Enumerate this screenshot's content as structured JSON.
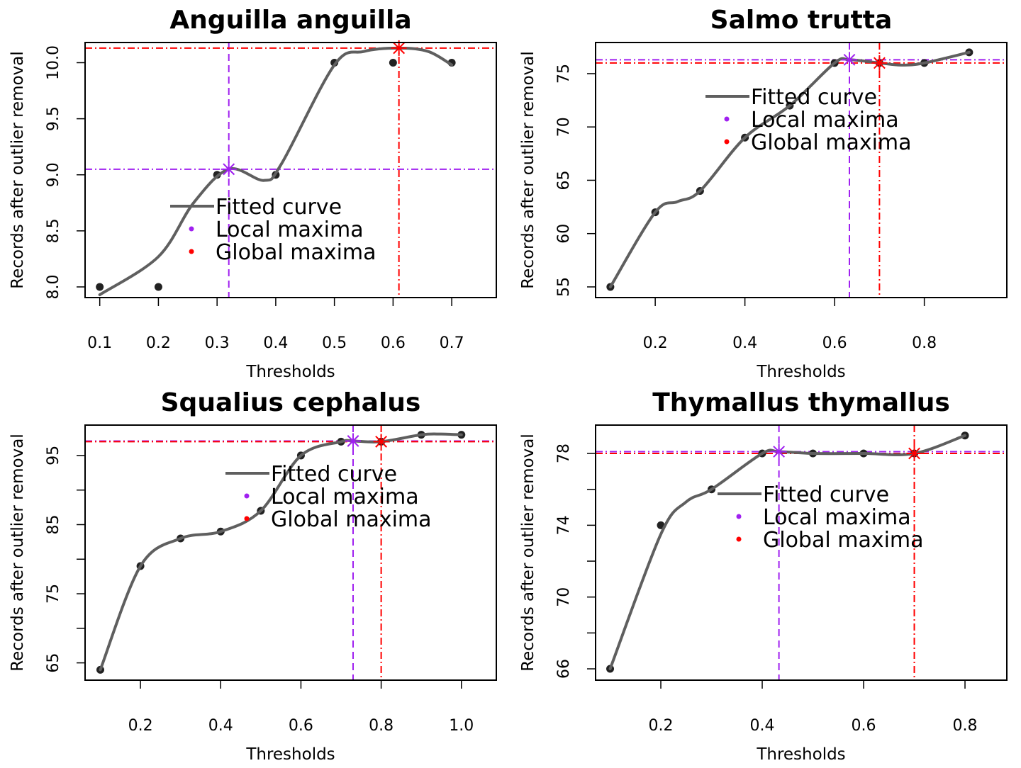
{
  "chart_data": [
    {
      "type": "line",
      "title": "Anguilla anguilla",
      "xlabel": "Thresholds",
      "ylabel": "Records after outlier removal",
      "xlim": [
        0.075,
        0.776
      ],
      "ylim": [
        7.905,
        10.18
      ],
      "xticks": [
        0.1,
        0.2,
        0.3,
        0.4,
        0.5,
        0.6,
        0.7
      ],
      "xtick_labels": [
        "0.1",
        "0.2",
        "0.3",
        "0.4",
        "0.5",
        "0.6",
        "0.7"
      ],
      "yticks": [
        8.0,
        8.5,
        9.0,
        9.5,
        10.0
      ],
      "ytick_labels": [
        "8.0",
        "8.5",
        "9.0",
        "9.5",
        "10.0"
      ],
      "points": {
        "x": [
          0.1,
          0.2,
          0.3,
          0.4,
          0.5,
          0.6,
          0.7
        ],
        "y": [
          8,
          8,
          9,
          9,
          10,
          10,
          10
        ]
      },
      "fitted_curve": {
        "x": [
          0.1,
          0.2,
          0.26,
          0.32,
          0.38,
          0.41,
          0.5,
          0.55,
          0.61,
          0.66,
          0.7
        ],
        "y": [
          7.93,
          8.27,
          8.75,
          9.05,
          8.95,
          9.1,
          9.98,
          10.1,
          10.13,
          10.1,
          9.98
        ]
      },
      "local_maximum": {
        "x": 0.32,
        "y": 9.05
      },
      "global_maximum": {
        "x": 0.61,
        "y": 10.13
      },
      "legend": [
        "Fitted curve",
        "Local maxima",
        "Global maxima"
      ]
    },
    {
      "type": "line",
      "title": "Salmo trutta",
      "xlabel": "Thresholds",
      "ylabel": "Records after outlier removal",
      "xlim": [
        0.067,
        0.984
      ],
      "ylim": [
        54.0,
        77.92
      ],
      "xticks": [
        0.2,
        0.4,
        0.6,
        0.8
      ],
      "xtick_labels": [
        "0.2",
        "0.4",
        "0.6",
        "0.8"
      ],
      "yticks": [
        55,
        60,
        65,
        70,
        75
      ],
      "ytick_labels": [
        "55",
        "60",
        "65",
        "70",
        "75"
      ],
      "points": {
        "x": [
          0.1,
          0.2,
          0.3,
          0.4,
          0.5,
          0.6,
          0.7,
          0.8,
          0.9
        ],
        "y": [
          55,
          62,
          64,
          69,
          72,
          76,
          76,
          76,
          77
        ]
      },
      "fitted_curve": {
        "x": [
          0.1,
          0.2,
          0.25,
          0.3,
          0.4,
          0.5,
          0.6,
          0.633,
          0.7,
          0.75,
          0.8,
          0.9
        ],
        "y": [
          55,
          62,
          63,
          64,
          69,
          72,
          76,
          76.3,
          76,
          75.8,
          76,
          77
        ]
      },
      "local_maximum": {
        "x": 0.633,
        "y": 76.3
      },
      "global_maximum": {
        "x": 0.7,
        "y": 76
      },
      "legend": [
        "Fitted curve",
        "Local maxima",
        "Global maxima"
      ]
    },
    {
      "type": "line",
      "title": "Squalius cephalus",
      "xlabel": "Thresholds",
      "ylabel": "Records after outlier removal",
      "xlim": [
        0.062,
        1.087
      ],
      "ylim": [
        62.5,
        99.4
      ],
      "xticks": [
        0.2,
        0.4,
        0.6,
        0.8,
        1.0
      ],
      "xtick_labels": [
        "0.2",
        "0.4",
        "0.6",
        "0.8",
        "1.0"
      ],
      "yticks": [
        65,
        70,
        75,
        80,
        85,
        90,
        95
      ],
      "ytick_labels": [
        "65",
        "",
        "75",
        "",
        "85",
        "",
        "95"
      ],
      "points": {
        "x": [
          0.1,
          0.2,
          0.3,
          0.4,
          0.5,
          0.6,
          0.7,
          0.8,
          0.9,
          1.0
        ],
        "y": [
          64,
          79,
          83,
          84,
          87,
          95,
          97,
          97,
          98,
          98
        ]
      },
      "fitted_curve": {
        "x": [
          0.1,
          0.2,
          0.3,
          0.4,
          0.5,
          0.6,
          0.7,
          0.73,
          0.8,
          0.9,
          0.95,
          1.0
        ],
        "y": [
          64,
          79,
          83,
          84,
          87,
          95,
          97,
          97.1,
          97,
          98,
          98.1,
          98
        ]
      },
      "local_maximum": {
        "x": 0.73,
        "y": 97.1
      },
      "global_maximum": {
        "x": 0.8,
        "y": 97
      },
      "legend": [
        "Fitted curve",
        "Local maxima",
        "Global maxima"
      ]
    },
    {
      "type": "line",
      "title": "Thymallus thymallus",
      "xlabel": "Thresholds",
      "ylabel": "Records after outlier removal",
      "xlim": [
        0.0713,
        0.8825
      ],
      "ylim": [
        65.37,
        79.58
      ],
      "xticks": [
        0.2,
        0.4,
        0.6,
        0.8
      ],
      "xtick_labels": [
        "0.2",
        "0.4",
        "0.6",
        "0.8"
      ],
      "yticks": [
        66,
        68,
        70,
        72,
        74,
        76,
        78
      ],
      "ytick_labels": [
        "66",
        "",
        "70",
        "",
        "74",
        "",
        "78"
      ],
      "points": {
        "x": [
          0.1,
          0.2,
          0.3,
          0.4,
          0.5,
          0.6,
          0.7,
          0.8
        ],
        "y": [
          66,
          74,
          76,
          78,
          78,
          78,
          78,
          79
        ]
      },
      "fitted_curve": {
        "x": [
          0.1,
          0.2,
          0.25,
          0.3,
          0.4,
          0.433,
          0.5,
          0.6,
          0.7,
          0.8
        ],
        "y": [
          66,
          73.5,
          75.3,
          76,
          78,
          78.1,
          78,
          78,
          78,
          79
        ]
      },
      "local_maximum": {
        "x": 0.433,
        "y": 78.1
      },
      "global_maximum": {
        "x": 0.7,
        "y": 78
      },
      "legend": [
        "Fitted curve",
        "Local maxima",
        "Global maxima"
      ]
    }
  ],
  "colors": {
    "curve": "#5f5f5f",
    "points": "#222222",
    "local": "#a020f0",
    "global": "#ff0000",
    "axis": "#000000"
  }
}
